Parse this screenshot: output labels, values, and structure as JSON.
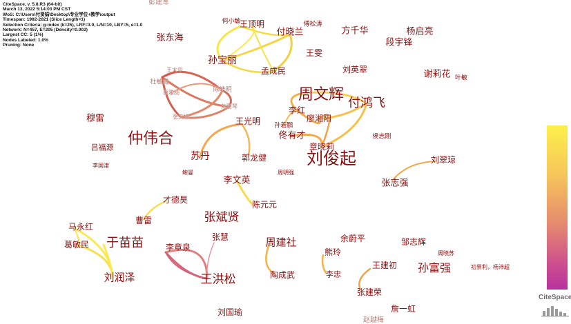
{
  "header": {
    "lines": [
      "CiteSpace, v. 5.8.R3 (64-bit)",
      "March 13, 2022 5:14:03 PM CST",
      "WoS: C:\\Users\\付贤娟\\Desktop\\专业学位+教学\\output",
      "Timespan: 1992-2021 (Slice Length=1)",
      "Selection Criteria: g-index (k=25), LRF=3.0, L/N=10, LBY=5, e=1.0",
      "Network: N=457, E=205 (Density=0.002)",
      "Largest CC: 5 (1%)",
      "Nodes Labeled: 1.0%",
      "Pruning: None"
    ]
  },
  "network": {
    "nodes": [
      {
        "id": "n_top_cut",
        "label": "彭建军"
      },
      {
        "id": "n_he",
        "label": "何小敏"
      },
      {
        "id": "n_wangding",
        "label": "王顶明"
      },
      {
        "id": "n_fu",
        "label": "付晓兰"
      },
      {
        "id": "n_fuyunqing",
        "label": "傅松涛"
      },
      {
        "id": "n_fang",
        "label": "方千华"
      },
      {
        "id": "n_yang",
        "label": "杨启亮"
      },
      {
        "id": "n_zhangdonghai",
        "label": "张东海"
      },
      {
        "id": "n_duan",
        "label": "段宇锋"
      },
      {
        "id": "n_sunbaoli",
        "label": "孙宝丽"
      },
      {
        "id": "n_wangwen",
        "label": "王雯"
      },
      {
        "id": "n_mengchengmin",
        "label": "孟成民"
      },
      {
        "id": "n_liuyingcui",
        "label": "刘英翠"
      },
      {
        "id": "n_xielihua",
        "label": "谢莉花"
      },
      {
        "id": "n_yemin",
        "label": "叶敏"
      },
      {
        "id": "n_wangdazhong",
        "label": "王大中"
      },
      {
        "id": "n_duminwei",
        "label": "杜敏威"
      },
      {
        "id": "n_xiaoguyang",
        "label": "萧雅扬"
      },
      {
        "id": "n_chenhaoming",
        "label": "陈皓明"
      },
      {
        "id": "n_liuhuiqin",
        "label": "刘惠琴"
      },
      {
        "id": "n_zhangwensheng",
        "label": "张文修"
      },
      {
        "id": "n_zhouwenhui",
        "label": "周文辉"
      },
      {
        "id": "n_fuhongfei",
        "label": "付鸿飞"
      },
      {
        "id": "n_lihong",
        "label": "李红"
      },
      {
        "id": "n_liaoxiangyang",
        "label": "廖湘阳"
      },
      {
        "id": "n_mulei",
        "label": "穆雷"
      },
      {
        "id": "n_wangguangming",
        "label": "王光明"
      },
      {
        "id": "n_sunruopeng",
        "label": "孙若鹏"
      },
      {
        "id": "n_tongyoucai",
        "label": "佟有才"
      },
      {
        "id": "n_zhongweihe",
        "label": "仲伟合"
      },
      {
        "id": "n_houzhigang",
        "label": "侯志刚"
      },
      {
        "id": "n_zhanghuali",
        "label": "章晓莉"
      },
      {
        "id": "n_lufuyuan",
        "label": "吕福源"
      },
      {
        "id": "n_sudan",
        "label": "苏丹"
      },
      {
        "id": "n_guolongjian",
        "label": "郭龙健"
      },
      {
        "id": "n_liujunqi",
        "label": "刘俊起"
      },
      {
        "id": "n_liucuiqiong",
        "label": "刘翠琼"
      },
      {
        "id": "n_liguojin",
        "label": "李国津"
      },
      {
        "id": "n_baoman",
        "label": "鲍曼"
      },
      {
        "id": "n_zhoumingqiang",
        "label": "周明强"
      },
      {
        "id": "n_zhangzhiqiang",
        "label": "张志强"
      },
      {
        "id": "n_liwenying",
        "label": "李文英"
      },
      {
        "id": "n_caidewu",
        "label": "才德昊"
      },
      {
        "id": "n_chenyuanyuan",
        "label": "陈元元"
      },
      {
        "id": "n_caolei",
        "label": "曹雷"
      },
      {
        "id": "n_zhangbinxian",
        "label": "张斌贤"
      },
      {
        "id": "n_mayonghong",
        "label": "马永红"
      },
      {
        "id": "n_zhanghui",
        "label": "张慧"
      },
      {
        "id": "n_yuweiping",
        "label": "余蔚平"
      },
      {
        "id": "n_zouzhihui",
        "label": "邹志辉"
      },
      {
        "id": "n_gemingmin",
        "label": "葛敏民"
      },
      {
        "id": "n_yumiaomiao",
        "label": "于苗苗"
      },
      {
        "id": "n_lizhangquan",
        "label": "李章泉"
      },
      {
        "id": "n_zhoujianshe",
        "label": "周建社"
      },
      {
        "id": "n_xiongling",
        "label": "熊玲"
      },
      {
        "id": "n_zhouxiaosu",
        "label": "周晓苏"
      },
      {
        "id": "n_wangjianchu",
        "label": "王建初"
      },
      {
        "id": "n_sunfuqiang",
        "label": "孙富强"
      },
      {
        "id": "n_chuli",
        "label": "初景利，杨沛超"
      },
      {
        "id": "n_liurunze",
        "label": "刘润泽"
      },
      {
        "id": "n_wanghongsong",
        "label": "王洪松"
      },
      {
        "id": "n_taochengwu",
        "label": "陶成武"
      },
      {
        "id": "n_lizhong",
        "label": "李忠"
      },
      {
        "id": "n_zhangjianrong",
        "label": "张建荣"
      },
      {
        "id": "n_cangyihong",
        "label": "詹一虹"
      },
      {
        "id": "n_liuguoyu",
        "label": "刘国瑜"
      },
      {
        "id": "n_bottom_cut",
        "label": "赵越梅"
      }
    ]
  },
  "logo": {
    "text": "CiteSpace"
  }
}
